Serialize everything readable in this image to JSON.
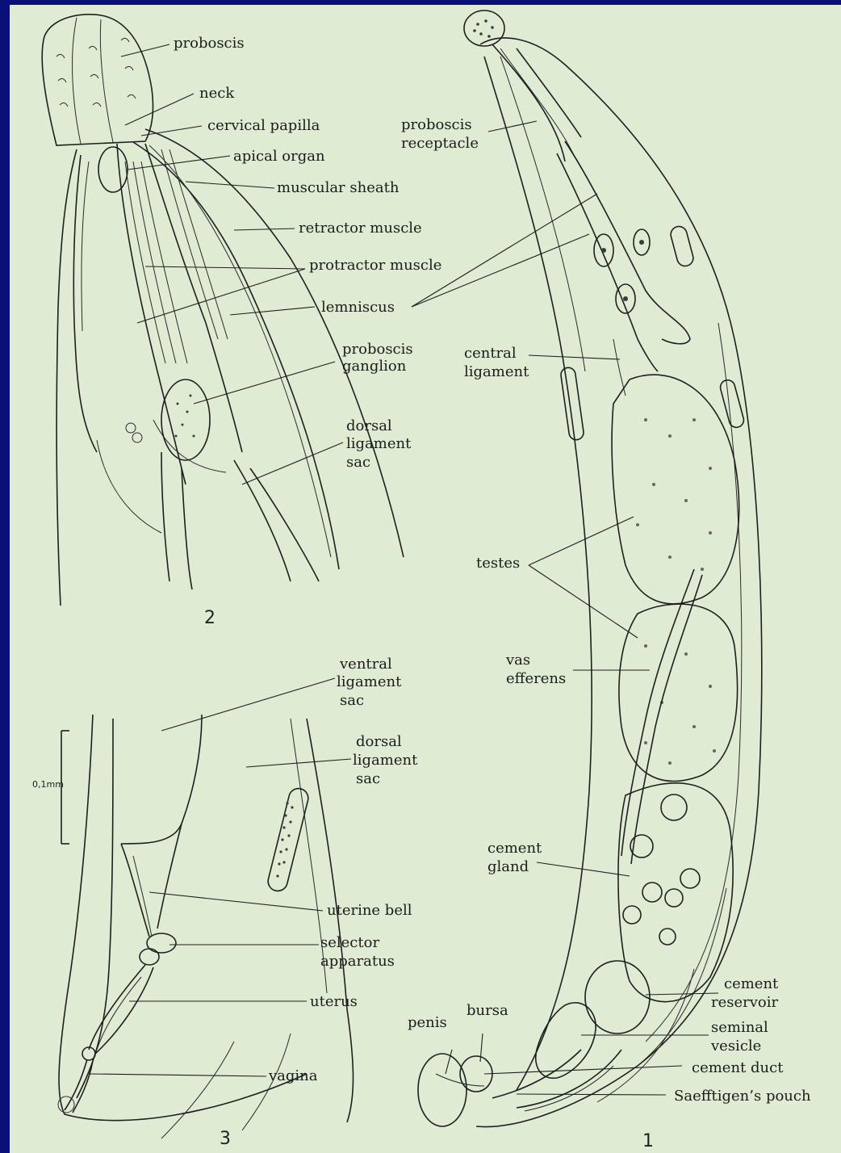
{
  "figure": {
    "background": "#dfebd3",
    "frame_color": "#0b0f78",
    "ink_color": "#1f1f1f"
  },
  "panel2": {
    "number": "2",
    "labels": {
      "proboscis": "proboscis",
      "neck": "neck",
      "cervical_papilla": "cervical papilla",
      "apical_organ": "apical organ",
      "muscular_sheath": "muscular sheath",
      "retractor_muscle": "retractor muscle",
      "protractor_muscle": "protractor muscle",
      "lemniscus": "lemniscus",
      "proboscis_ganglion_1": "proboscis",
      "proboscis_ganglion_2": "ganglion",
      "dorsal_ligament_sac_1": "dorsal",
      "dorsal_ligament_sac_2": "ligament",
      "dorsal_ligament_sac_3": "sac"
    }
  },
  "panel3": {
    "number": "3",
    "scale_bar": "0,1mm",
    "labels": {
      "ventral_1": "ventral",
      "ventral_2": "ligament",
      "ventral_3": "sac",
      "dorsal_1": "dorsal",
      "dorsal_2": "ligament",
      "dorsal_3": "sac",
      "uterine_bell": "uterine bell",
      "selector_1": "selector",
      "selector_2": "apparatus",
      "uterus": "uterus",
      "vagina": "vagina"
    }
  },
  "panel1": {
    "number": "1",
    "labels": {
      "receptacle_1": "proboscis",
      "receptacle_2": "receptacle",
      "central_1": "central",
      "central_2": "ligament",
      "testes": "testes",
      "vas_1": "vas",
      "vas_2": "efferens",
      "cement_gland_1": "cement",
      "cement_gland_2": "gland",
      "reservoir_1": "cement",
      "reservoir_2": "reservoir",
      "seminal_1": "seminal",
      "seminal_2": "vesicle",
      "cement_duct": "cement duct",
      "saefftigen": "Saefftigen’s pouch",
      "bursa": "bursa",
      "penis": "penis"
    }
  }
}
